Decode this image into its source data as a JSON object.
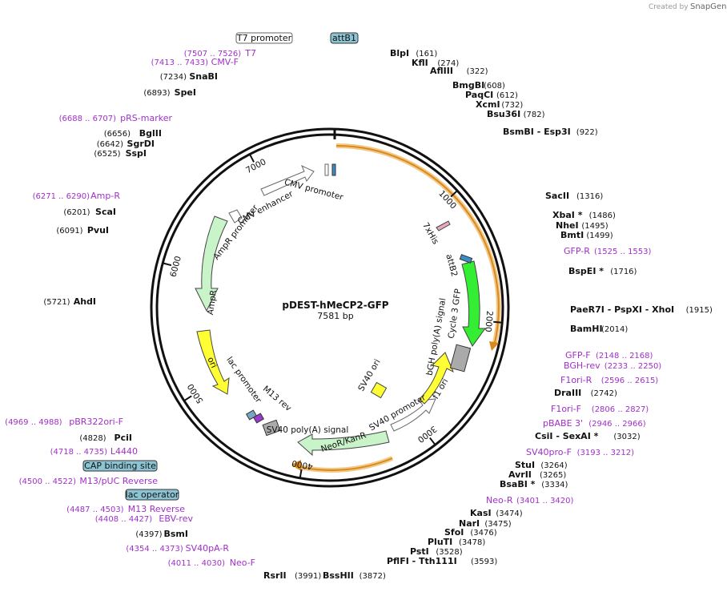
{
  "branding": {
    "created_by": "Created by",
    "logo_text": "SnapGene"
  },
  "plasmid": {
    "name": "pDEST-hMeCP2-GFP",
    "length": "7581 bp"
  },
  "ticks": [
    "1000",
    "2000",
    "3000",
    "4000",
    "5000",
    "6000",
    "7000"
  ],
  "feature_labels": [
    "CMV promoter",
    "CMV enhancer",
    "AmpR promoter",
    "AmpR",
    "ori",
    "lac promoter",
    "M13 rev",
    "SV40 poly(A) signal",
    "NeoR/KanR",
    "SV40 promoter",
    "f1 ori",
    "SV40 ori",
    "bGH poly(A) signal",
    "Cycle 3 GFP",
    "attB2",
    "7xHis"
  ],
  "boxed_labels": [
    "T7 promoter",
    "attB1",
    "CAP binding site",
    "lac operator"
  ],
  "sites_right": [
    {
      "name": "BlpI",
      "pos": "(161)"
    },
    {
      "name": "KflI",
      "pos": "(274)"
    },
    {
      "name": "AflIII",
      "pos": "(322)"
    },
    {
      "name": "BmgBI",
      "pos": "(608)"
    },
    {
      "name": "PaqCI",
      "pos": "(612)"
    },
    {
      "name": "XcmI",
      "pos": "(732)"
    },
    {
      "name": "Bsu36I",
      "pos": "(782)"
    },
    {
      "name": "BsmBI - Esp3I",
      "pos": "(922)"
    },
    {
      "name": "SacII",
      "pos": "(1316)"
    },
    {
      "name": "XbaI *",
      "pos": "(1486)"
    },
    {
      "name": "NheI",
      "pos": "(1495)"
    },
    {
      "name": "BmtI",
      "pos": "(1499)"
    },
    {
      "name": "BspEI *",
      "pos": "(1716)"
    },
    {
      "name": "PaeR7I - PspXI - XhoI",
      "pos": "(1915)"
    },
    {
      "name": "BamHI",
      "pos": "(2014)"
    },
    {
      "name": "DraIII",
      "pos": "(2742)"
    },
    {
      "name": "CsiI - SexAI *",
      "pos": "(3032)"
    },
    {
      "name": "StuI",
      "pos": "(3264)"
    },
    {
      "name": "AvrII",
      "pos": "(3265)"
    },
    {
      "name": "BsaBI *",
      "pos": "(3334)"
    },
    {
      "name": "KasI",
      "pos": "(3474)"
    },
    {
      "name": "NarI",
      "pos": "(3475)"
    },
    {
      "name": "SfoI",
      "pos": "(3476)"
    },
    {
      "name": "PluTI",
      "pos": "(3478)"
    },
    {
      "name": "PstI",
      "pos": "(3528)"
    },
    {
      "name": "PflFI - Tth111I",
      "pos": "(3593)"
    },
    {
      "name": "BssHII",
      "pos": "(3872)"
    },
    {
      "name": "RsrII",
      "pos": "(3991)"
    }
  ],
  "sites_left": [
    {
      "name": "SnaBI",
      "pos": "(7234)"
    },
    {
      "name": "SpeI",
      "pos": "(6893)"
    },
    {
      "name": "BglII",
      "pos": "(6656)"
    },
    {
      "name": "SgrDI",
      "pos": "(6642)"
    },
    {
      "name": "SspI",
      "pos": "(6525)"
    },
    {
      "name": "ScaI",
      "pos": "(6201)"
    },
    {
      "name": "PvuI",
      "pos": "(6091)"
    },
    {
      "name": "AhdI",
      "pos": "(5721)"
    },
    {
      "name": "PciI",
      "pos": "(4828)"
    },
    {
      "name": "BsmI",
      "pos": "(4397)"
    }
  ],
  "primers": [
    {
      "name": "T7",
      "range": "(7507 .. 7526)"
    },
    {
      "name": "CMV-F",
      "range": "(7413 .. 7433)"
    },
    {
      "name": "pRS-marker",
      "range": "(6688 .. 6707)"
    },
    {
      "name": "Amp-R",
      "range": "(6271 .. 6290)"
    },
    {
      "name": "pBR322ori-F",
      "range": "(4969 .. 4988)"
    },
    {
      "name": "L4440",
      "range": "(4718 .. 4735)"
    },
    {
      "name": "M13/pUC Reverse",
      "range": "(4500 .. 4522)"
    },
    {
      "name": "M13 Reverse",
      "range": "(4487 .. 4503)"
    },
    {
      "name": "EBV-rev",
      "range": "(4408 .. 4427)"
    },
    {
      "name": "SV40pA-R",
      "range": "(4354 .. 4373)"
    },
    {
      "name": "Neo-F",
      "range": "(4011 .. 4030)"
    },
    {
      "name": "GFP-R",
      "range": "(1525 .. 1553)"
    },
    {
      "name": "GFP-F",
      "range": "(2148 .. 2168)"
    },
    {
      "name": "BGH-rev",
      "range": "(2233 .. 2250)"
    },
    {
      "name": "F1ori-R",
      "range": "(2596 .. 2615)"
    },
    {
      "name": "F1ori-F",
      "range": "(2806 .. 2827)"
    },
    {
      "name": "pBABE 3'",
      "range": "(2946 .. 2966)"
    },
    {
      "name": "SV40pro-F",
      "range": "(3193 .. 3212)"
    },
    {
      "name": "Neo-R",
      "range": "(3401 .. 3420)"
    }
  ]
}
